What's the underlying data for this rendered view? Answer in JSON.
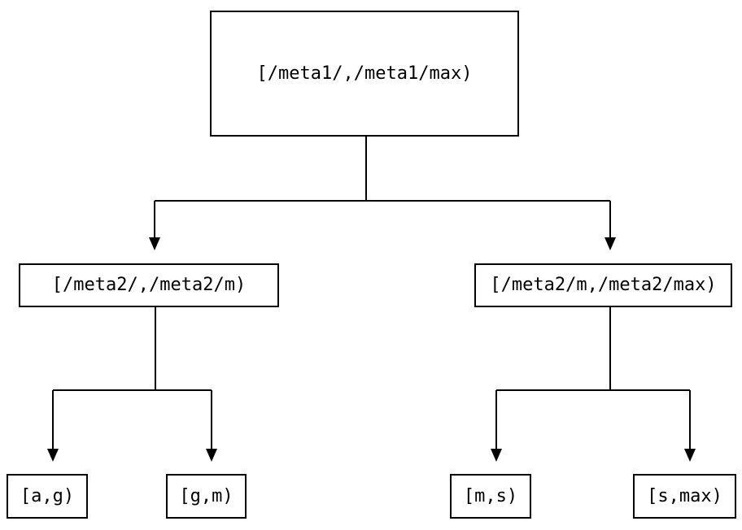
{
  "diagram": {
    "root": {
      "label": "[/meta1/,/meta1/max)"
    },
    "level2": [
      {
        "label": "[/meta2/,/meta2/m)"
      },
      {
        "label": "[/meta2/m,/meta2/max)"
      }
    ],
    "leaves": [
      {
        "label": "[a,g)"
      },
      {
        "label": "[g,m)"
      },
      {
        "label": "[m,s)"
      },
      {
        "label": "[s,max)"
      }
    ],
    "colors": {
      "background": "#ffffff",
      "line": "#000000",
      "box_border": "#000000",
      "text": "#000000"
    }
  }
}
